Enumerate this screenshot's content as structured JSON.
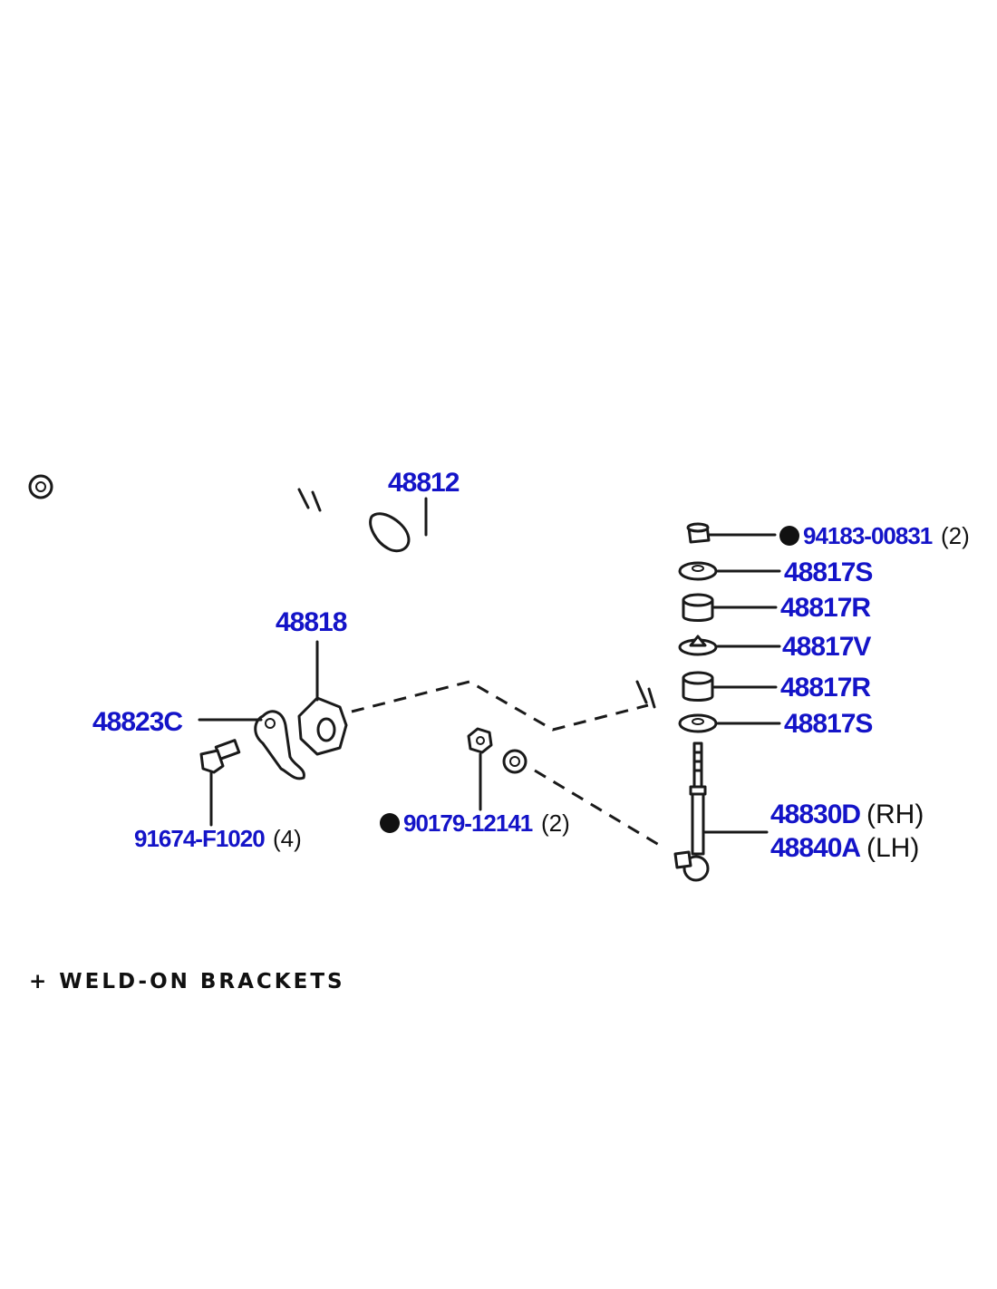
{
  "labels": {
    "stabilizer_bar": "48812",
    "bushing": "48818",
    "bracket": "48823C",
    "bracket_bolt": "91674-F1020",
    "bracket_bolt_qty": "(4)",
    "bar_nut": "90179-12141",
    "bar_nut_qty": "(2)",
    "link_nut": "94183-00831",
    "link_nut_qty": "(2)",
    "washer_upper": "48817S",
    "cushion_upper": "48817R",
    "retainer": "48817V",
    "cushion_lower": "48817R",
    "washer_lower": "48817S",
    "link_rh": "48830D",
    "link_rh_side": "(RH)",
    "link_lh": "48840A",
    "link_lh_side": "(LH)"
  },
  "footer": {
    "note": "+ WELD-ON BRACKETS"
  },
  "colors": {
    "part_number": "#1414c8",
    "line_art": "#1a1a1a",
    "background": "#ffffff"
  }
}
